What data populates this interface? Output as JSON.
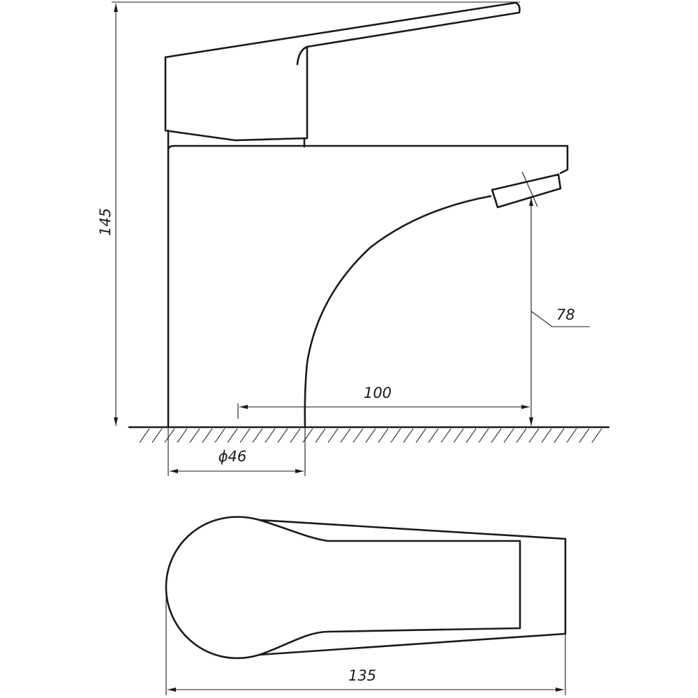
{
  "dimensions": {
    "height_total": "145",
    "spout_height": "78",
    "spout_reach": "100",
    "base_diameter": "ϕ46",
    "total_length": "135"
  },
  "colors": {
    "line": "#1a1a1a",
    "background": "#ffffff"
  }
}
